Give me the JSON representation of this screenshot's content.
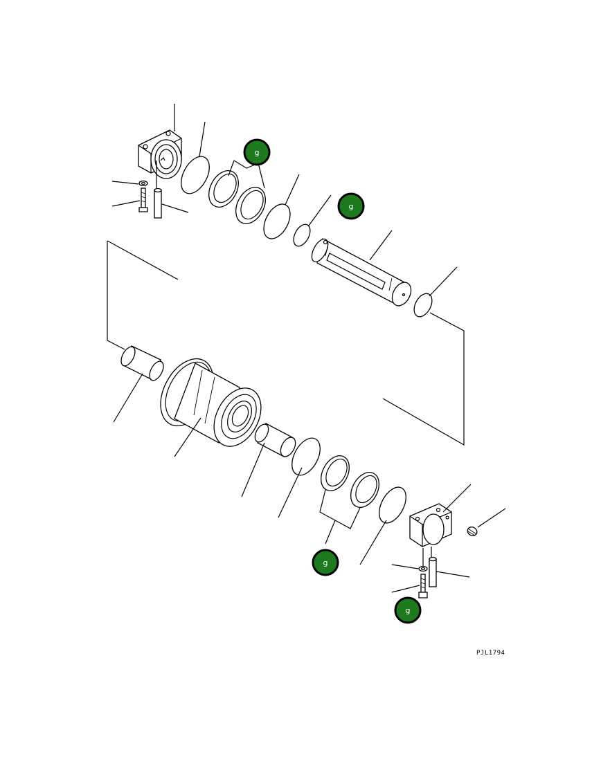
{
  "diagram": {
    "drawing_code": "PJL1794",
    "callout_badges": [
      {
        "label": "g"
      },
      {
        "label": "g"
      },
      {
        "label": "g"
      },
      {
        "label": "g"
      }
    ],
    "colors": {
      "badge_fill": "#1e7a1e",
      "badge_border": "#000000",
      "badge_text": "#ffffff",
      "line": "#000000",
      "background": "#ffffff"
    }
  }
}
